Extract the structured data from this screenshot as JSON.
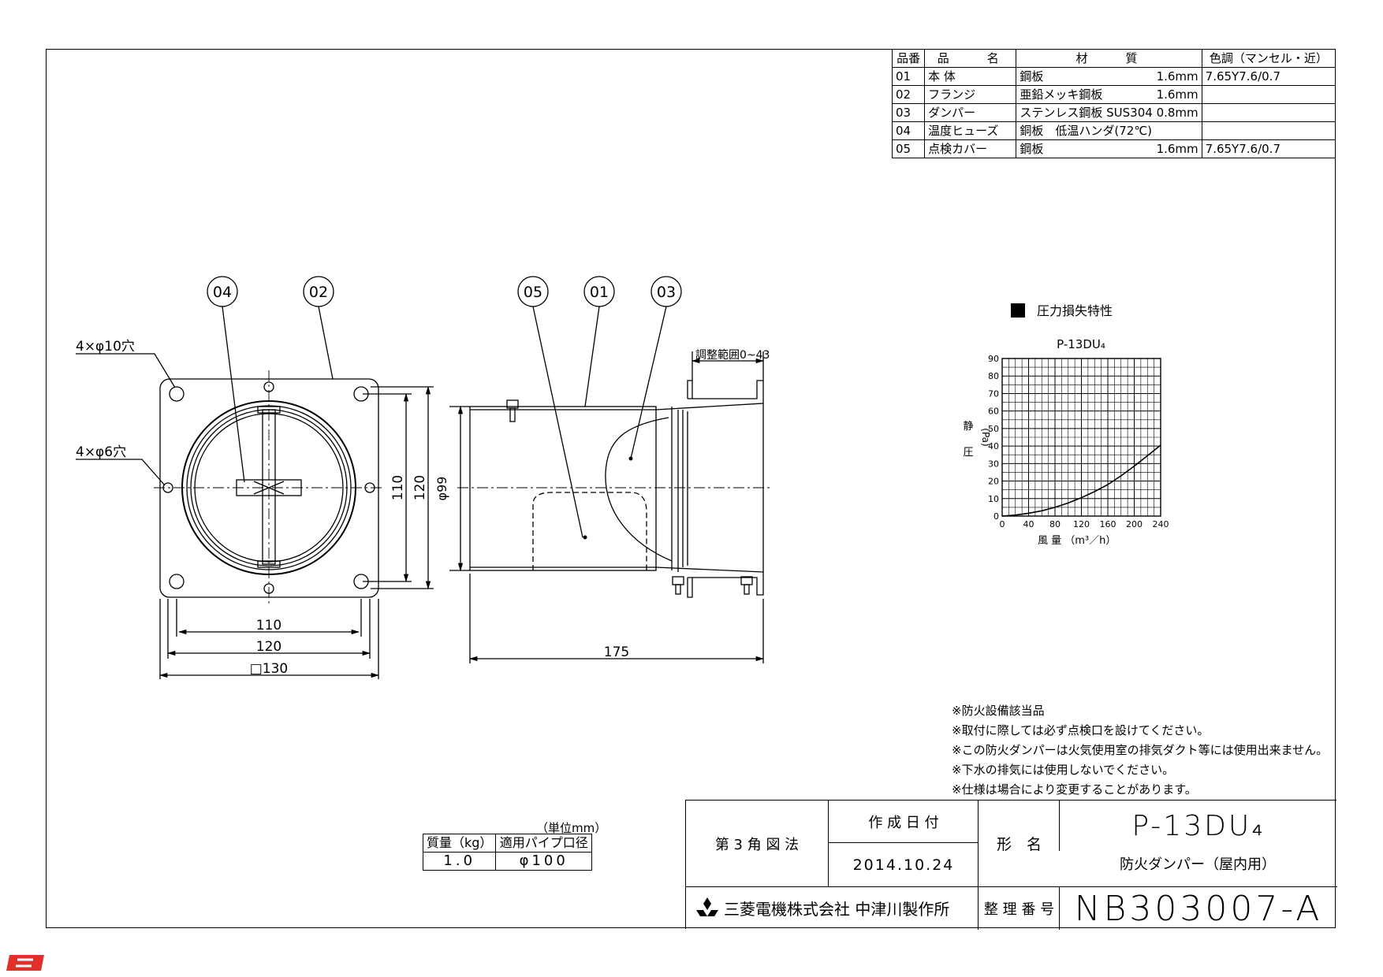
{
  "parts_table": {
    "headers": [
      "品番",
      "品　　名",
      "材　　質",
      "色調（マンセル・近）"
    ],
    "rows": [
      {
        "no": "01",
        "name": "本 体",
        "material": "鋼板",
        "thickness": "1.6mm",
        "color": "7.65Y7.6/0.7"
      },
      {
        "no": "02",
        "name": "フランジ",
        "material": "亜鉛メッキ鋼板",
        "thickness": "1.6mm",
        "color": ""
      },
      {
        "no": "03",
        "name": "ダンパー",
        "material": "ステンレス鋼板 SUS304 0.8mm",
        "thickness": "",
        "color": ""
      },
      {
        "no": "04",
        "name": "温度ヒューズ",
        "material": "銅板　低温ハンダ(72℃)",
        "thickness": "",
        "color": ""
      },
      {
        "no": "05",
        "name": "点検カバー",
        "material": "鋼板",
        "thickness": "1.6mm",
        "color": "7.65Y7.6/0.7"
      }
    ]
  },
  "front_view": {
    "balloons": [
      "04",
      "02"
    ],
    "hole_10": "4×φ10穴",
    "hole_6": "4×φ6穴",
    "dim_110_h": "110",
    "dim_120_h": "120",
    "dim_130": "□130",
    "dim_110_v": "110",
    "dim_120_v": "120"
  },
  "side_view": {
    "balloons": [
      "05",
      "01",
      "03"
    ],
    "dim_99": "φ99",
    "dim_175": "175",
    "adjust_range": "調整範囲0~43"
  },
  "chart_section": {
    "heading": "圧力損失特性",
    "model": "P-13DU₄",
    "ylabel_1": "静",
    "ylabel_2": "圧",
    "ylabel_unit": "(Pa)",
    "xlabel": "風 量 （m³／h）"
  },
  "chart_data": {
    "type": "line",
    "title": "P-13DU₄",
    "xlabel": "風 量 （m³／h）",
    "ylabel": "静圧 (Pa)",
    "xlim": [
      0,
      240
    ],
    "ylim": [
      0,
      90
    ],
    "x_ticks": [
      0,
      40,
      80,
      120,
      160,
      200,
      240
    ],
    "y_ticks": [
      0,
      10,
      20,
      30,
      40,
      50,
      60,
      70,
      80,
      90
    ],
    "grid": true,
    "series": [
      {
        "x": [
          0,
          20,
          40,
          60,
          80,
          100,
          120,
          140,
          160,
          180,
          200,
          220,
          240
        ],
        "y": [
          0,
          0.6,
          1.6,
          3,
          5,
          7.5,
          10.5,
          14,
          18,
          23,
          28.5,
          34.5,
          40.5
        ]
      }
    ]
  },
  "notes": [
    "※防火設備該当品",
    "※取付に際しては必ず点検口を設けてください。",
    "※この防火ダンパーは火気使用室の排気ダクト等には使用出来ません。",
    "※下水の排気には使用しないでください。",
    "※仕様は場合により変更することがあります。"
  ],
  "mass_table": {
    "unit": "（単位mm）",
    "headers": [
      "質量（kg）",
      "適用パイプ口径"
    ],
    "values": [
      "1.0",
      "φ100"
    ]
  },
  "title_block": {
    "projection": "第 3 角 図 法",
    "date_label": "作 成 日 付",
    "date": "2014.10.24",
    "model_label": "形　名",
    "model": "P-13DU₄",
    "model_desc": "防火ダンパー（屋内用）",
    "company": "三菱電機株式会社 中津川製作所",
    "number_label": "整 理 番 号",
    "number": "NB303007-A"
  },
  "colors": {
    "corner_mark": "#e0302a",
    "line": "#000000"
  }
}
